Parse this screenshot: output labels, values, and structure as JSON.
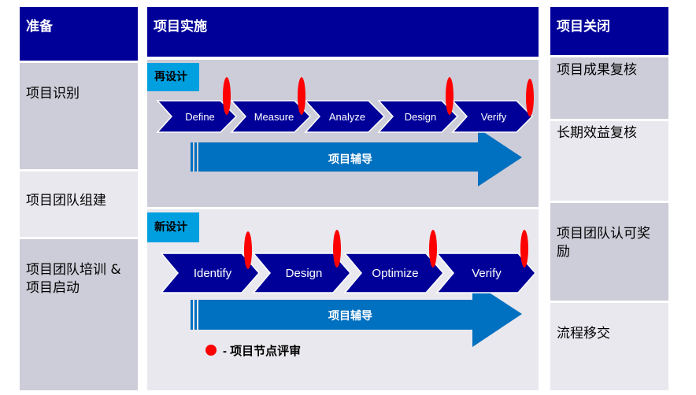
{
  "headers": {
    "prepare": "准备",
    "implement": "项目实施",
    "close": "项目关闭"
  },
  "prepare_items": [
    "项目识别",
    "项目团队组建",
    "项目团队培训 & 项目启动"
  ],
  "close_items": [
    "项目成果复核",
    "长期效益复核",
    "项目团队认可奖励",
    "流程移交"
  ],
  "redesign": {
    "tag": "再设计",
    "steps": [
      "Define",
      "Measure",
      "Analyze",
      "Design",
      "Verify"
    ],
    "arrow_label": "项目辅导"
  },
  "newdesign": {
    "tag": "新设计",
    "steps": [
      "Identify",
      "Design",
      "Optimize",
      "Verify"
    ],
    "arrow_label": "项目辅导"
  },
  "legend": {
    "text": "- 项目节点评审"
  },
  "colors": {
    "header_bg": "#000099",
    "chevron": "#000099",
    "coach_arrow": "#0070c0",
    "tag_bg": "#00a0e0",
    "milestone": "#ff0000",
    "panel_dark": "#cdcdd9",
    "panel_light": "#e8e8ee"
  }
}
